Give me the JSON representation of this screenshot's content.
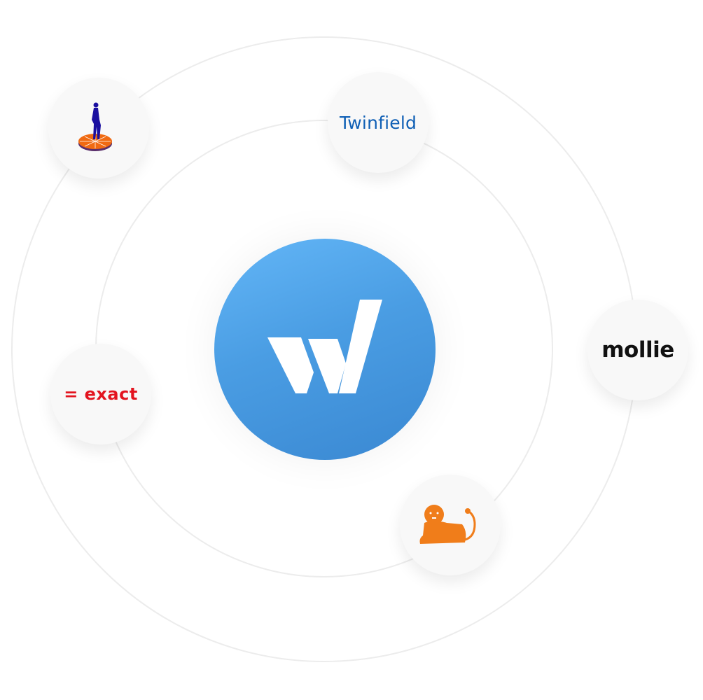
{
  "hub": {
    "name": "W",
    "icon": "w-logo-icon",
    "color": "#4a9de3"
  },
  "integrations": [
    {
      "id": "rabobank",
      "icon": "rabobank-logo-icon"
    },
    {
      "id": "twinfield",
      "label": "Twinfield",
      "color": "#0f5fb5"
    },
    {
      "id": "mollie",
      "label": "mollie",
      "color": "#111111"
    },
    {
      "id": "exact",
      "label": "= exact",
      "color": "#e3141f"
    },
    {
      "id": "ing",
      "icon": "ing-lion-logo-icon",
      "color": "#f07d1a"
    }
  ]
}
